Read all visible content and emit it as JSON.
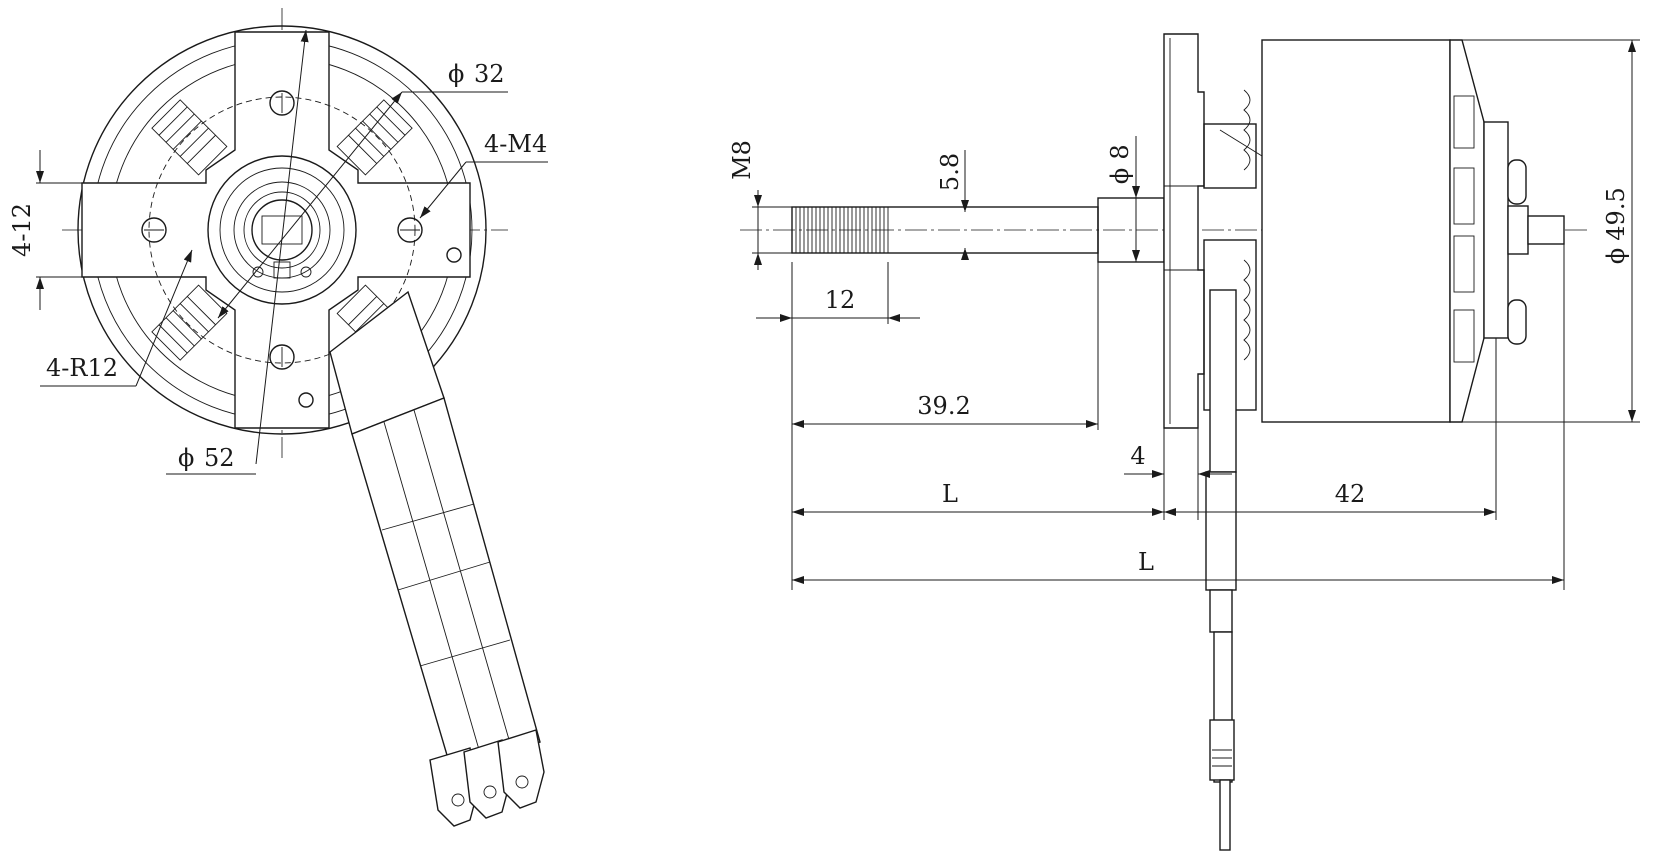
{
  "front_view": {
    "labels": {
      "dia_32": "32",
      "dia_52": "52",
      "holes": "4-M4",
      "radius": "4-R12",
      "width": "4-12"
    }
  },
  "side_view": {
    "labels": {
      "thread": "M8",
      "thread_core": "5.8",
      "shaft_dia": "8",
      "thread_length": "12",
      "shaft_length": "39.2",
      "mount_thickness": "4",
      "length_front": "L",
      "body_length": "42",
      "length_total": "L",
      "can_dia": "49.5"
    }
  },
  "symbols": {
    "diameter": "ϕ"
  }
}
